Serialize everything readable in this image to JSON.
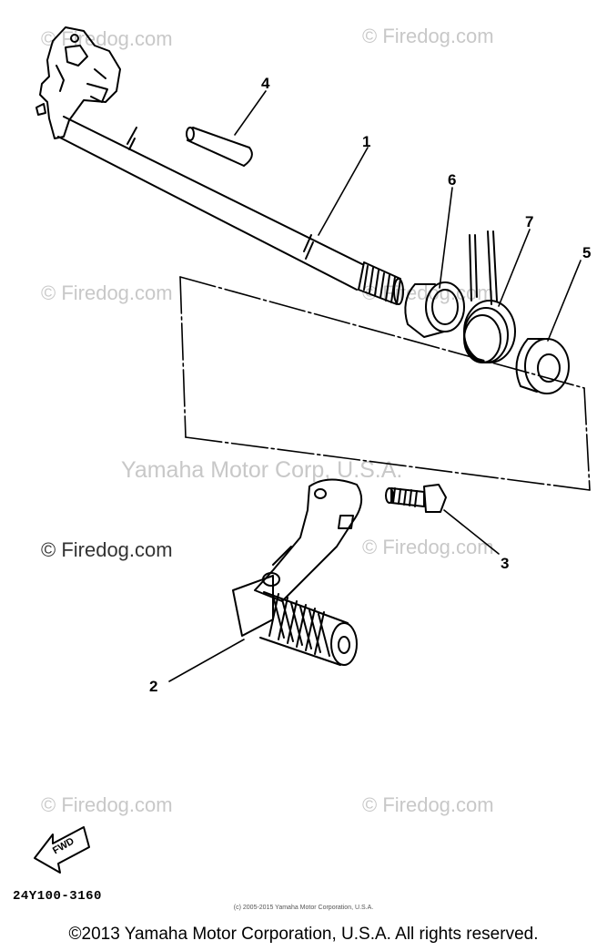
{
  "colors": {
    "line": "#000000",
    "watermark_light": "#c8c8c8",
    "watermark_dark": "#333333"
  },
  "watermarks": [
    "© Firedog.com",
    "© Firedog.com",
    "© Firedog.com",
    "© Firedog.com",
    "Yamaha Motor Corp, U.S.A.",
    "© Firedog.com",
    "© Firedog.com",
    "© Firedog.com",
    "© Firedog.com"
  ],
  "callouts": {
    "part1": "1",
    "part2": "2",
    "part3": "3",
    "part4": "4",
    "part5": "5",
    "part6": "6",
    "part7": "7"
  },
  "fwd_label": "FWD",
  "part_code": "24Y100-3160",
  "small_copyright": "(c) 2005-2015 Yamaha Motor Corporation, U.S.A.",
  "footer_copyright": "©2013 Yamaha Motor Corporation, U.S.A. All rights reserved."
}
